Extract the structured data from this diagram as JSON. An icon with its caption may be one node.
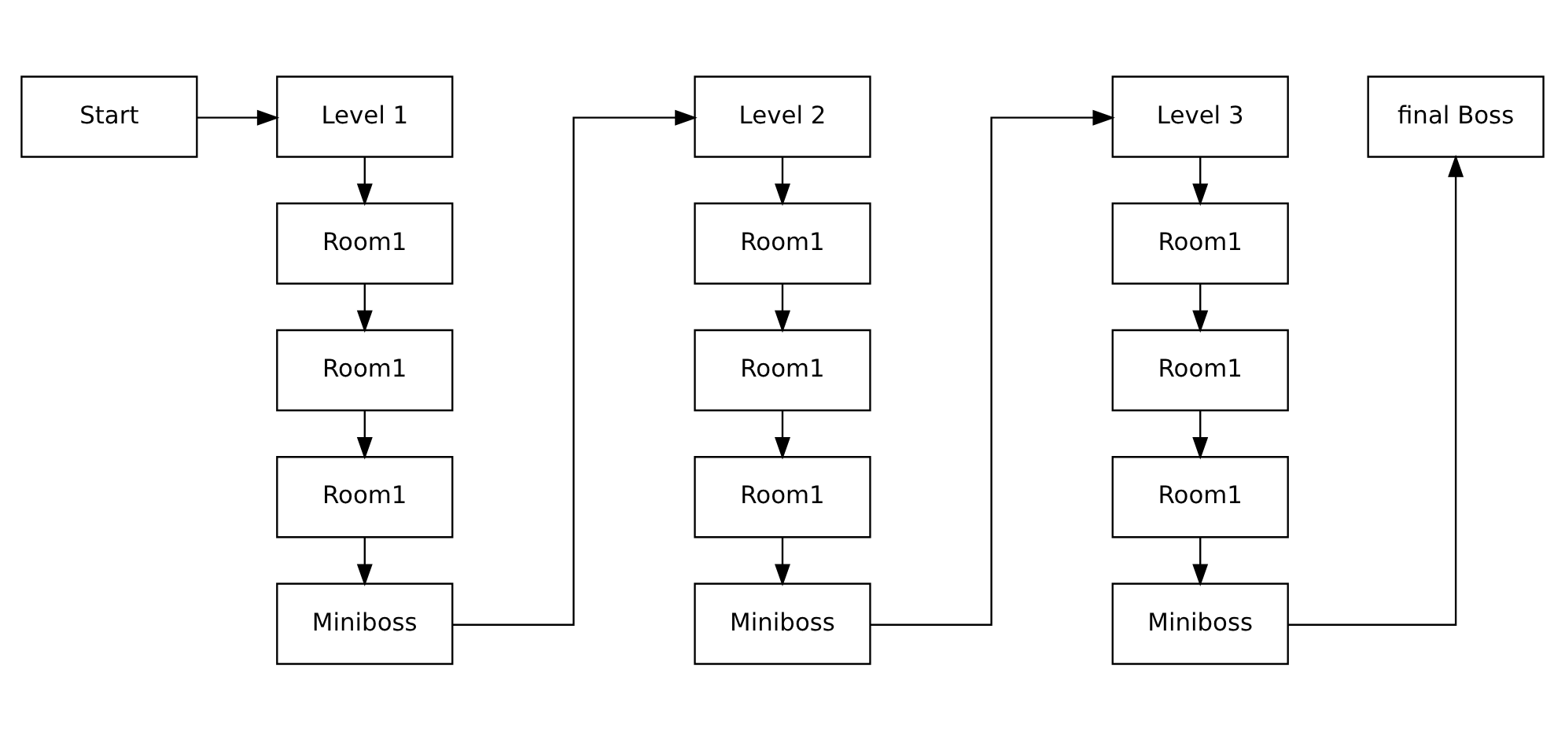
{
  "diagram": {
    "nodes": [
      {
        "text": [
          "Start"
        ]
      },
      {
        "text": [
          "Level 1"
        ]
      },
      {
        "text": [
          "Room1"
        ]
      },
      {
        "text": [
          "Room1"
        ]
      },
      {
        "text": [
          "Room1"
        ]
      },
      {
        "text": [
          "Miniboss"
        ]
      },
      {
        "text": [
          "Level 2"
        ]
      },
      {
        "text": [
          "Room1"
        ]
      },
      {
        "text": [
          "Room1"
        ]
      },
      {
        "text": [
          "Room1"
        ]
      },
      {
        "text": [
          "Miniboss"
        ]
      },
      {
        "text": [
          "Level 3"
        ]
      },
      {
        "text": [
          "Room1"
        ]
      },
      {
        "text": [
          "Room1"
        ]
      },
      {
        "text": [
          "Room1"
        ]
      },
      {
        "text": [
          "Miniboss"
        ]
      },
      {
        "text": [
          "final Boss"
        ]
      }
    ],
    "edges": [
      {
        "from": 0,
        "to": 1,
        "arrow": "to"
      },
      {
        "from": 1,
        "to": 2,
        "arrow": "to"
      },
      {
        "from": 2,
        "to": 3,
        "arrow": "to"
      },
      {
        "from": 3,
        "to": 4,
        "arrow": "to"
      },
      {
        "from": 4,
        "to": 5,
        "arrow": "to"
      },
      {
        "from": 5,
        "to": 6,
        "arrow": "to"
      },
      {
        "from": 6,
        "to": 7,
        "arrow": "to"
      },
      {
        "from": 7,
        "to": 8,
        "arrow": "to"
      },
      {
        "from": 8,
        "to": 9,
        "arrow": "to"
      },
      {
        "from": 9,
        "to": 10,
        "arrow": "to"
      },
      {
        "from": 10,
        "to": 11,
        "arrow": "to"
      },
      {
        "from": 11,
        "to": 12,
        "arrow": "to"
      },
      {
        "from": 12,
        "to": 13,
        "arrow": "to"
      },
      {
        "from": 13,
        "to": 14,
        "arrow": "to"
      },
      {
        "from": 14,
        "to": 15,
        "arrow": "to"
      },
      {
        "from": 15,
        "to": 16,
        "arrow": "to"
      }
    ]
  }
}
